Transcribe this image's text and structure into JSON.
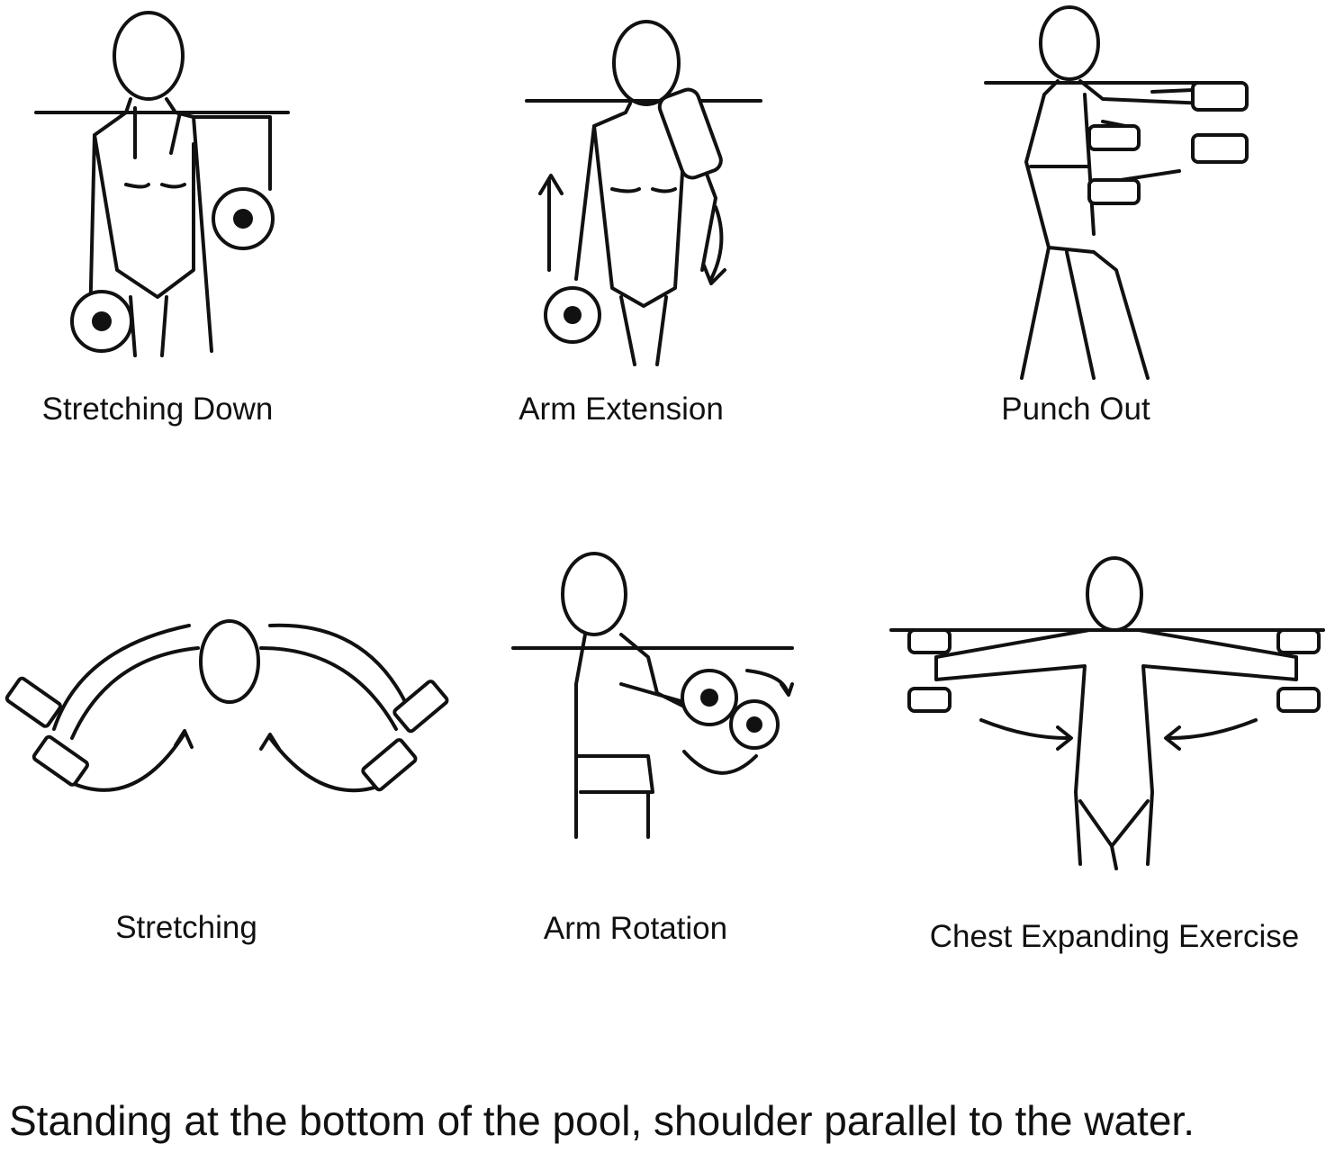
{
  "exercises": [
    {
      "label": "Stretching Down"
    },
    {
      "label": "Arm Extension"
    },
    {
      "label": "Punch Out"
    },
    {
      "label": "Stretching"
    },
    {
      "label": "Arm Rotation"
    },
    {
      "label": "Chest Expanding Exercise"
    }
  ],
  "caption": "Standing at the bottom of the pool, shoulder parallel to the water."
}
